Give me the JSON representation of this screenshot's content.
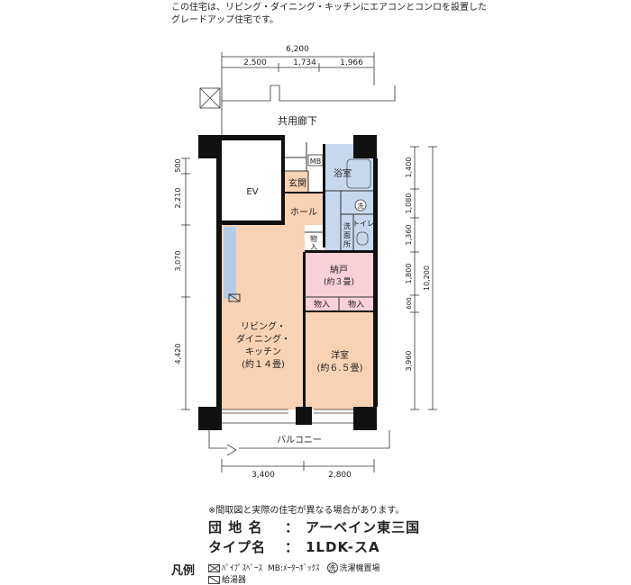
{
  "description": {
    "line1": "この住宅は、リビング・ダイニング・キッチンにエアコンとコンロを設置した",
    "line2": "グレードアップ住宅です。"
  },
  "dimensions": {
    "top_total": "6,200",
    "top_parts": [
      "2,500",
      "1,734",
      "1,966"
    ],
    "bottom_parts": [
      "3,400",
      "2,800"
    ],
    "left_parts": [
      "500",
      "2,210",
      "3,070",
      "4,420"
    ],
    "right_parts": [
      "1,400",
      "1,080",
      "1,360",
      "1,800",
      "600",
      "3,960"
    ],
    "right_total": "10,200"
  },
  "rooms": {
    "corridor": "共用廊下",
    "ev": "EV",
    "mb": "MB",
    "entrance": "玄関",
    "hall": "ホール",
    "bath": "浴室",
    "washer_mark": "洗",
    "toilet": "トイレ",
    "washroom": "洗面所",
    "storage_small": "物入",
    "storeroom_name": "納戸",
    "storeroom_size": "(約３畳)",
    "closet1": "物入",
    "closet2": "物入",
    "ldk_line1": "リビング・",
    "ldk_line2": "ダイニング・",
    "ldk_line3": "キッチン",
    "ldk_size": "(約１４畳)",
    "western_name": "洋室",
    "western_size": "(約６.５畳)",
    "balcony": "バルコニー"
  },
  "disclaimer": "※間取図と実際の住宅が異なる場合があります。",
  "info": {
    "complex_label": "団 地 名",
    "complex_value": "アーベイン東三国",
    "type_label": "タイプ名",
    "type_value": "1LDK-スA",
    "separator": "："
  },
  "legend": {
    "title": "凡例",
    "pipe_space": "ﾊﾟｲﾌﾟｽﾍﾟｰｽ",
    "mb": "MB:ﾒｰﾀｰﾎﾞｯｸｽ",
    "washer_mark": "洗",
    "washer": "洗濯機置場",
    "water_heater": "給湯器"
  },
  "colors": {
    "ldk": "#F7D2B4",
    "western": "#F7D2B4",
    "storeroom": "#F8D0D8",
    "closet": "#F8D0D8",
    "hall": "#F7D2B4",
    "wet_area": "#C5D8EE",
    "kitchen_counter": "#B3CCE8",
    "wall": "#111111"
  }
}
